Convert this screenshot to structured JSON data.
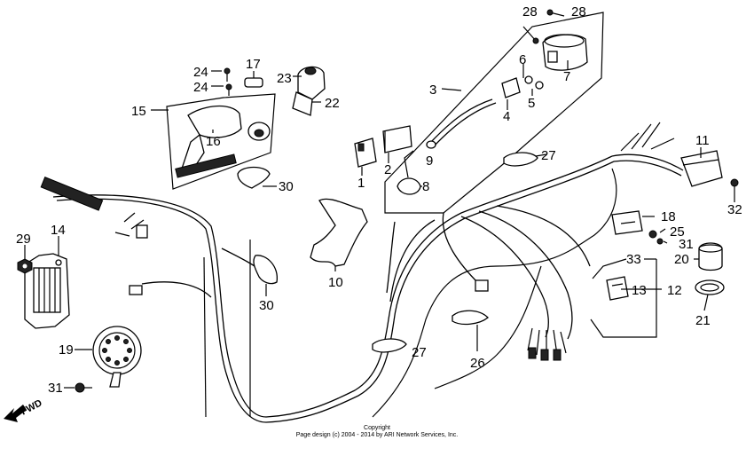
{
  "callouts": {
    "c1": "1",
    "c2": "2",
    "c3": "3",
    "c4": "4",
    "c5": "5",
    "c6": "6",
    "c7": "7",
    "c8": "8",
    "c9": "9",
    "c10": "10",
    "c11": "11",
    "c12": "12",
    "c13": "13",
    "c14": "14",
    "c15": "15",
    "c16": "16",
    "c17": "17",
    "c18": "18",
    "c19": "19",
    "c20": "20",
    "c21": "21",
    "c22": "22",
    "c23": "23",
    "c24a": "24",
    "c24b": "24",
    "c25": "25",
    "c26": "26",
    "c27a": "27",
    "c27b": "27",
    "c28a": "28",
    "c28b": "28",
    "c29": "29",
    "c30a": "30",
    "c30b": "30",
    "c31a": "31",
    "c31b": "31",
    "c32": "32",
    "c33": "33"
  },
  "fwd_label": "FWD",
  "copyright": {
    "line1": "Copyright",
    "line2": "Page design (c) 2004 - 2014 by ARI Network Services, Inc."
  }
}
